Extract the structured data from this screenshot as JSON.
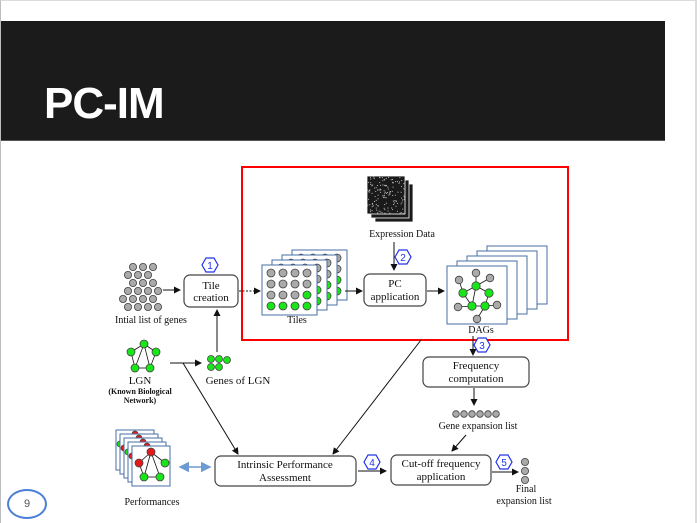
{
  "slide": {
    "title": "PC-IM",
    "page_number": "9"
  },
  "diagram": {
    "nodes": {
      "initial_genes": {
        "label": "Intial list of genes"
      },
      "tile_creation": {
        "line1": "Tile",
        "line2": "creation",
        "step": "1"
      },
      "expression_data": {
        "label": "Expression Data"
      },
      "tiles": {
        "label": "Tiles"
      },
      "pc_application": {
        "line1": "PC",
        "line2": "application",
        "step": "2"
      },
      "dags": {
        "label": "DAGs"
      },
      "lgn": {
        "label": "LGN",
        "sub1": "(Known Biological",
        "sub2": "Network)"
      },
      "genes_of_lgn": {
        "label": "Genes of LGN"
      },
      "frequency_computation": {
        "line1": "Frequency",
        "line2": "computation",
        "step": "3"
      },
      "gene_expansion_list": {
        "label": "Gene expansion list"
      },
      "performances": {
        "label": "Performances"
      },
      "intrinsic_assessment": {
        "line1": "Intrinsic Performance",
        "line2": "Assessment",
        "step": "4"
      },
      "cutoff_application": {
        "line1": "Cut-off frequency",
        "line2": "application",
        "step": "5"
      },
      "final_list": {
        "line1": "Final",
        "line2": "expansion list"
      }
    },
    "colors": {
      "highlight_box": "#ff0000",
      "gene_grey": "#aaaaaa",
      "gene_green": "#19e619",
      "gene_red": "#e61919",
      "step_badge": "#2233ee",
      "tile_border": "#4a6fa5",
      "bidirectional_arrow": "#6b9bd1"
    }
  }
}
